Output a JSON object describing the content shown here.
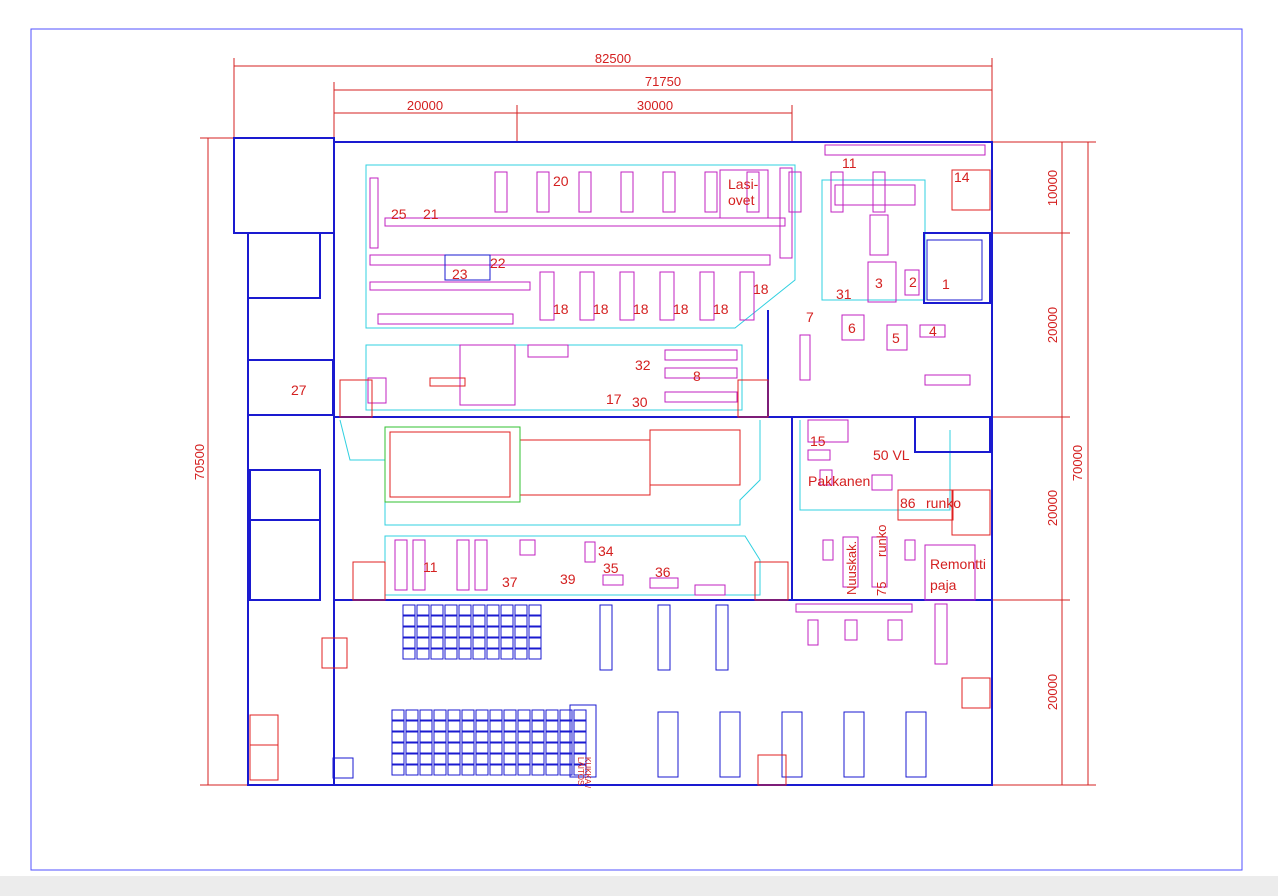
{
  "dimensions": {
    "total_width": "82500",
    "building_width": "71750",
    "segment_a": "20000",
    "segment_b": "30000",
    "total_height_left": "70500",
    "total_height_right": "70000",
    "row_1": "10000",
    "row_2": "20000",
    "row_3": "20000",
    "row_4": "20000"
  },
  "labels": [
    "20",
    "25",
    "21",
    "Lasi-",
    "ovet",
    "11",
    "14",
    "23",
    "22",
    "18",
    "18",
    "18",
    "18",
    "18",
    "18",
    "31",
    "3",
    "2",
    "1",
    "7",
    "6",
    "5",
    "4",
    "27",
    "32",
    "8",
    "17",
    "30",
    "15",
    "50 VL",
    "Pakkanen",
    "86",
    "runko",
    "11",
    "34",
    "35",
    "36",
    "37",
    "39",
    "Nuuskak.",
    "runko",
    "75",
    "Remontti",
    "paja",
    "KUKKA /",
    "LAITOS"
  ],
  "colors": {
    "walls": "#1a1ad0",
    "dimensions": "#d42020",
    "equipment": "#c020c0",
    "zones": "#30d0e0",
    "frame": "#4040ff"
  }
}
